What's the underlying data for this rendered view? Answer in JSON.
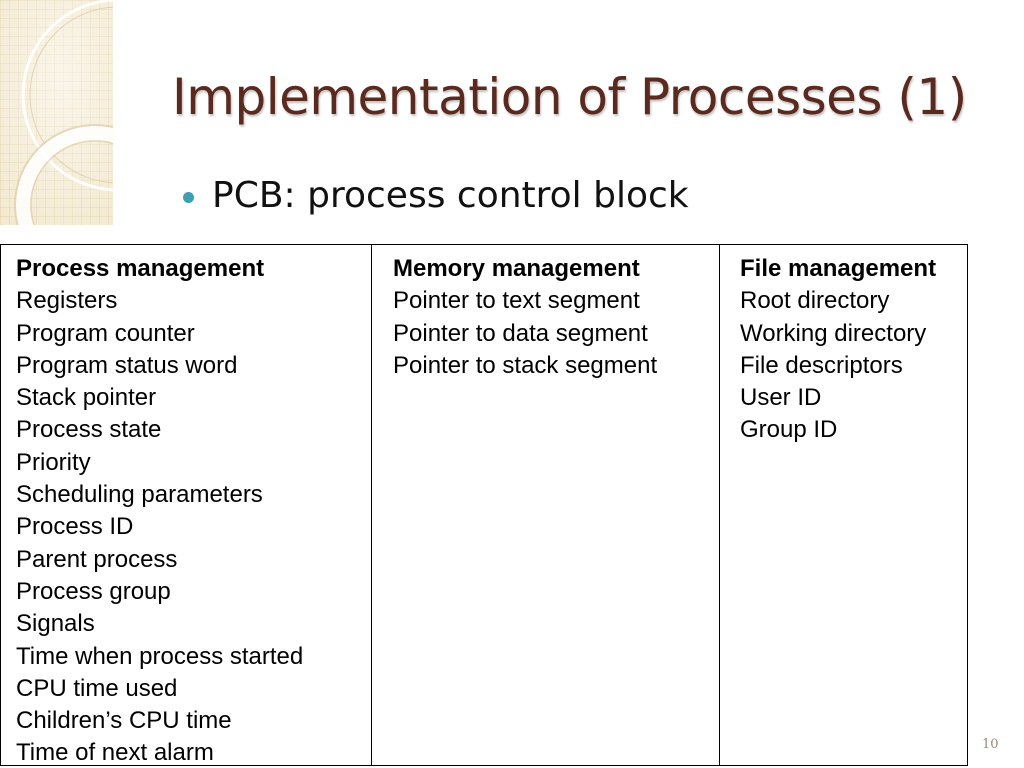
{
  "slide": {
    "title": "Implementation of Processes (1)",
    "bullet": "PCB: process control block",
    "page_number": "10",
    "colors": {
      "title": "#5a2a1e",
      "bullet_dot": "#3e9fb3",
      "corner_grid": "#efe3c4"
    }
  },
  "table": {
    "columns": [
      {
        "header": "Process management",
        "items": [
          "Registers",
          "Program counter",
          "Program status word",
          "Stack pointer",
          "Process state",
          "Priority",
          "Scheduling parameters",
          "Process ID",
          "Parent process",
          "Process group",
          "Signals",
          "Time when process started",
          "CPU time used",
          "Children’s CPU time",
          "Time of next alarm"
        ]
      },
      {
        "header": "Memory management",
        "items": [
          "Pointer to text segment",
          "Pointer to data segment",
          "Pointer to stack segment"
        ]
      },
      {
        "header": "File management",
        "items": [
          "Root directory",
          "Working directory",
          "File descriptors",
          "User ID",
          "Group ID"
        ]
      }
    ]
  }
}
